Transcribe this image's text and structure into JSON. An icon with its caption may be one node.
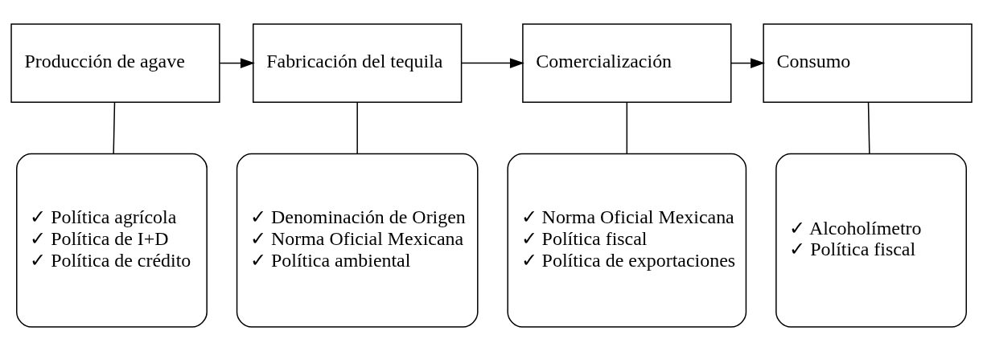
{
  "diagram": {
    "nodes": [
      {
        "text": [
          "Producción de agave"
        ]
      },
      {
        "text": [
          "Fabricación del tequila"
        ]
      },
      {
        "text": [
          "Comercialización"
        ]
      },
      {
        "text": [
          "Consumo"
        ]
      },
      {
        "text": [
          "✓ Política agrícola",
          "✓ Política de I+D",
          "✓ Política de crédito"
        ]
      },
      {
        "text": [
          "✓ Denominación de Origen",
          "✓ Norma Oficial Mexicana",
          "✓ Política ambiental"
        ]
      },
      {
        "text": [
          "✓ Norma Oficial Mexicana",
          "✓ Política fiscal",
          "✓ Política de exportaciones"
        ]
      },
      {
        "text": [
          "✓ Alcoholímetro",
          "✓ Política fiscal"
        ]
      }
    ],
    "edges": [
      {
        "from": 0,
        "to": 1,
        "arrow": "to"
      },
      {
        "from": 1,
        "to": 2,
        "arrow": "to"
      },
      {
        "from": 2,
        "to": 3,
        "arrow": "to"
      },
      {
        "from": 4,
        "to": 0,
        "arrow": "none"
      },
      {
        "from": 5,
        "to": 1,
        "arrow": "none"
      },
      {
        "from": 6,
        "to": 2,
        "arrow": "none"
      },
      {
        "from": 7,
        "to": 3,
        "arrow": "none"
      }
    ]
  }
}
